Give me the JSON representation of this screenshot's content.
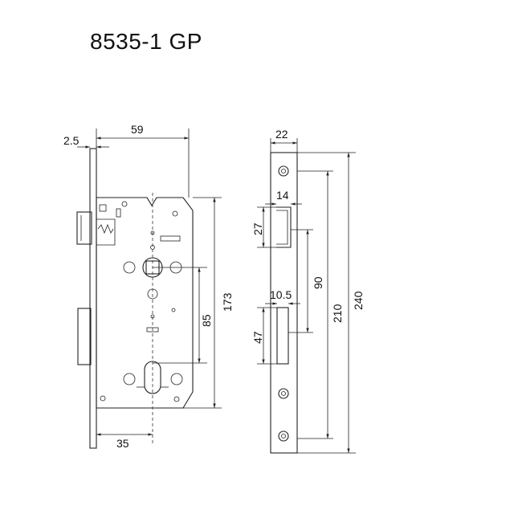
{
  "title": "8535-1 GP",
  "dimensions": {
    "backset_offset": "2.5",
    "case_width": "59",
    "case_height": "173",
    "handle_to_cylinder": "85",
    "backset": "35",
    "faceplate_width": "22",
    "latch_projection": "14",
    "latch_height": "27",
    "deadbolt_projection": "10.5",
    "deadbolt_height": "47",
    "latch_to_bolt_distance": "90",
    "screw_hole_distance": "210",
    "faceplate_length": "240"
  }
}
